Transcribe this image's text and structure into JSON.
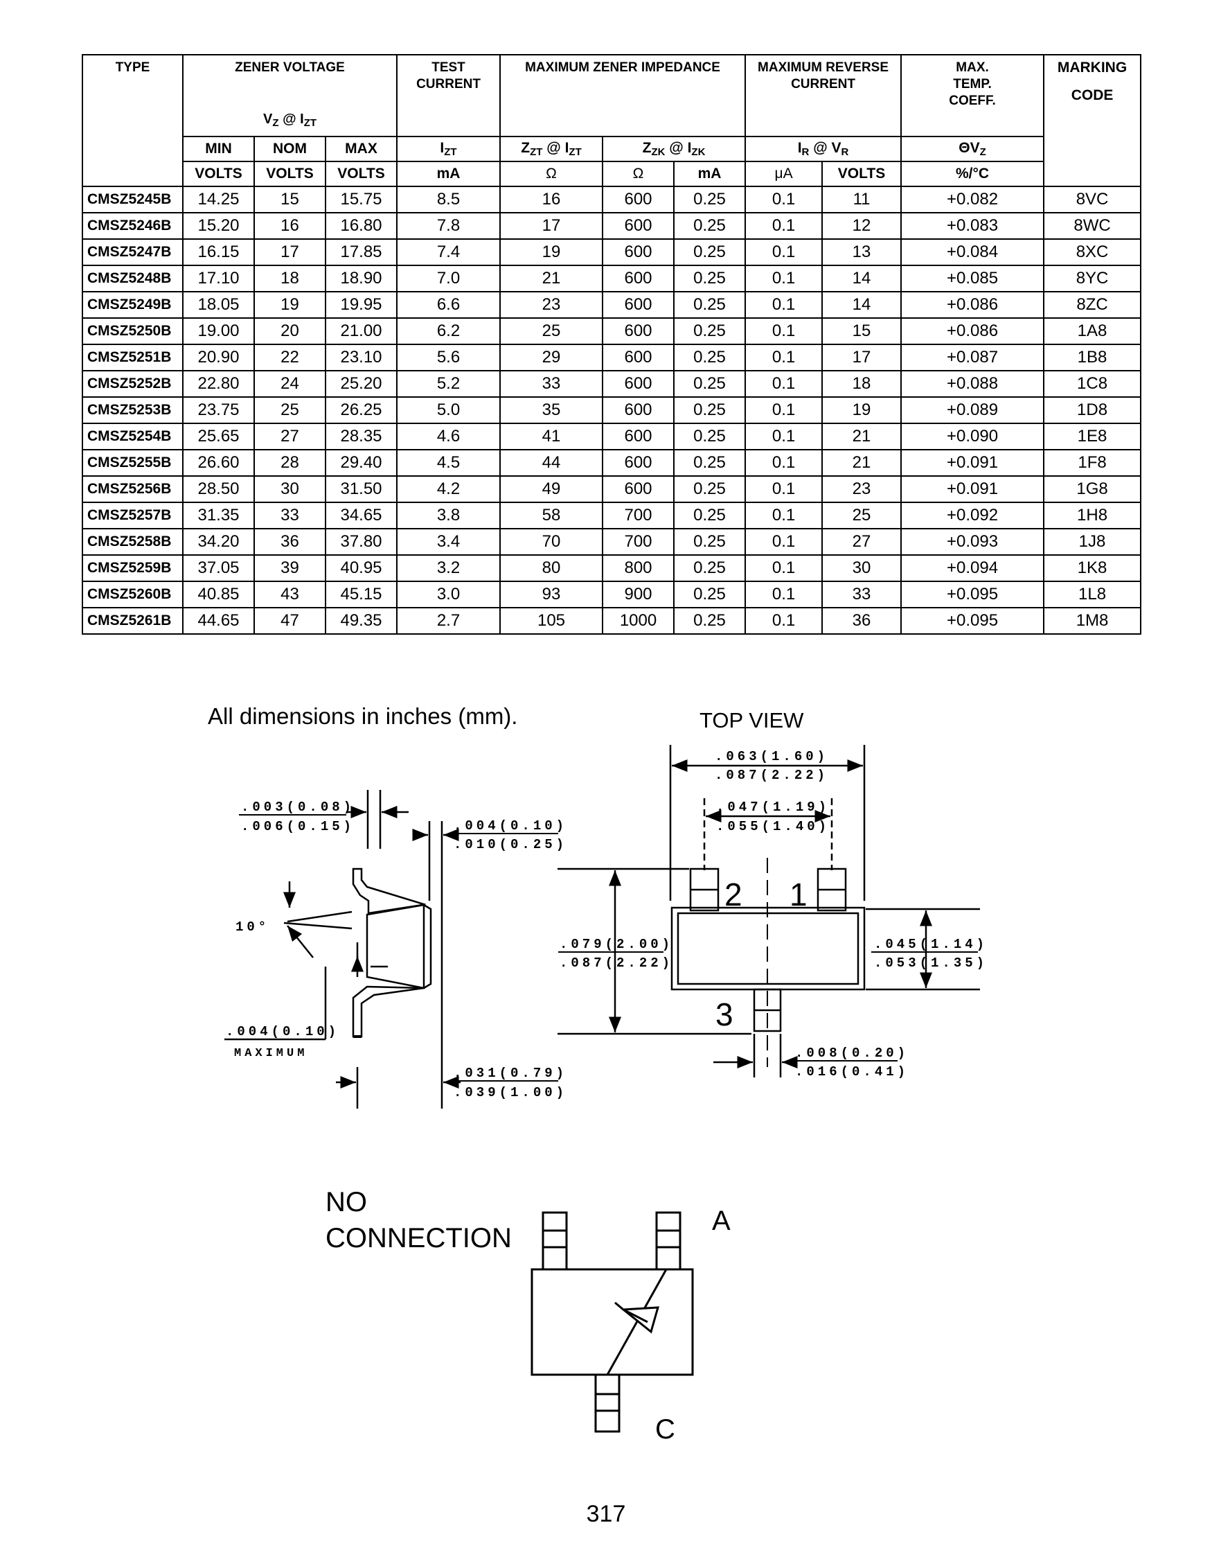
{
  "table": {
    "headers": {
      "type": "TYPE",
      "zener_voltage": "ZENER VOLTAGE",
      "zener_voltage_sub": "VZ @ IZT",
      "test_current": [
        "TEST",
        "CURRENT"
      ],
      "max_zener_impedance": "MAXIMUM ZENER IMPEDANCE",
      "max_reverse_current": [
        "MAXIMUM REVERSE",
        "CURRENT"
      ],
      "max_temp_coeff": [
        "MAX.",
        "TEMP.",
        "COEFF."
      ],
      "marking_code": [
        "MARKING",
        "CODE"
      ]
    },
    "subheaders": {
      "min": "MIN",
      "nom": "NOM",
      "max": "MAX",
      "izt": "IZT",
      "zzt": "ZZT @ IZT",
      "zzk": "ZZK @ IZK",
      "ir": "IR @ VR",
      "thetavz": "ΘVZ"
    },
    "units": [
      "VOLTS",
      "VOLTS",
      "VOLTS",
      "mA",
      "Ω",
      "Ω",
      "mA",
      "μA",
      "VOLTS",
      "%/°C"
    ],
    "rows": [
      [
        "CMSZ5245B",
        "14.25",
        "15",
        "15.75",
        "8.5",
        "16",
        "600",
        "0.25",
        "0.1",
        "11",
        "+0.082",
        "8VC"
      ],
      [
        "CMSZ5246B",
        "15.20",
        "16",
        "16.80",
        "7.8",
        "17",
        "600",
        "0.25",
        "0.1",
        "12",
        "+0.083",
        "8WC"
      ],
      [
        "CMSZ5247B",
        "16.15",
        "17",
        "17.85",
        "7.4",
        "19",
        "600",
        "0.25",
        "0.1",
        "13",
        "+0.084",
        "8XC"
      ],
      [
        "CMSZ5248B",
        "17.10",
        "18",
        "18.90",
        "7.0",
        "21",
        "600",
        "0.25",
        "0.1",
        "14",
        "+0.085",
        "8YC"
      ],
      [
        "CMSZ5249B",
        "18.05",
        "19",
        "19.95",
        "6.6",
        "23",
        "600",
        "0.25",
        "0.1",
        "14",
        "+0.086",
        "8ZC"
      ],
      [
        "CMSZ5250B",
        "19.00",
        "20",
        "21.00",
        "6.2",
        "25",
        "600",
        "0.25",
        "0.1",
        "15",
        "+0.086",
        "1A8"
      ],
      [
        "CMSZ5251B",
        "20.90",
        "22",
        "23.10",
        "5.6",
        "29",
        "600",
        "0.25",
        "0.1",
        "17",
        "+0.087",
        "1B8"
      ],
      [
        "CMSZ5252B",
        "22.80",
        "24",
        "25.20",
        "5.2",
        "33",
        "600",
        "0.25",
        "0.1",
        "18",
        "+0.088",
        "1C8"
      ],
      [
        "CMSZ5253B",
        "23.75",
        "25",
        "26.25",
        "5.0",
        "35",
        "600",
        "0.25",
        "0.1",
        "19",
        "+0.089",
        "1D8"
      ],
      [
        "CMSZ5254B",
        "25.65",
        "27",
        "28.35",
        "4.6",
        "41",
        "600",
        "0.25",
        "0.1",
        "21",
        "+0.090",
        "1E8"
      ],
      [
        "CMSZ5255B",
        "26.60",
        "28",
        "29.40",
        "4.5",
        "44",
        "600",
        "0.25",
        "0.1",
        "21",
        "+0.091",
        "1F8"
      ],
      [
        "CMSZ5256B",
        "28.50",
        "30",
        "31.50",
        "4.2",
        "49",
        "600",
        "0.25",
        "0.1",
        "23",
        "+0.091",
        "1G8"
      ],
      [
        "CMSZ5257B",
        "31.35",
        "33",
        "34.65",
        "3.8",
        "58",
        "700",
        "0.25",
        "0.1",
        "25",
        "+0.092",
        "1H8"
      ],
      [
        "CMSZ5258B",
        "34.20",
        "36",
        "37.80",
        "3.4",
        "70",
        "700",
        "0.25",
        "0.1",
        "27",
        "+0.093",
        "1J8"
      ],
      [
        "CMSZ5259B",
        "37.05",
        "39",
        "40.95",
        "3.2",
        "80",
        "800",
        "0.25",
        "0.1",
        "30",
        "+0.094",
        "1K8"
      ],
      [
        "CMSZ5260B",
        "40.85",
        "43",
        "45.15",
        "3.0",
        "93",
        "900",
        "0.25",
        "0.1",
        "33",
        "+0.095",
        "1L8"
      ],
      [
        "CMSZ5261B",
        "44.65",
        "47",
        "49.35",
        "2.7",
        "105",
        "1000",
        "0.25",
        "0.1",
        "36",
        "+0.095",
        "1M8"
      ]
    ]
  },
  "drawing": {
    "note": "All dimensions in inches (mm).",
    "top_view_label": "TOP VIEW",
    "dims": {
      "lead_thick_top": ".003(0.08)",
      "lead_thick_bot": ".006(0.15)",
      "standoff_top": ".004(0.10)",
      "standoff_bot": ".010(0.25)",
      "angle": "10°",
      "foot_top": ".004(0.10)",
      "foot_bot": "MAXIMUM",
      "height_top": ".031(0.79)",
      "height_bot": ".039(1.00)",
      "overall_w_top": ".063(1.60)",
      "overall_w_bot": ".087(2.22)",
      "pin_span_top": ".047(1.19)",
      "pin_span_bot": ".055(1.40)",
      "overall_h_top": ".079(2.00)",
      "overall_h_bot": ".087(2.22)",
      "body_h_top": ".045(1.14)",
      "body_h_bot": ".053(1.35)",
      "lead_w_top": ".008(0.20)",
      "lead_w_bot": ".016(0.41)"
    },
    "pin_labels": [
      "2",
      "1",
      "3"
    ]
  },
  "schematic": {
    "no_connection": [
      "NO",
      "CONNECTION"
    ],
    "anode": "A",
    "cathode": "C"
  },
  "page_number": "317"
}
